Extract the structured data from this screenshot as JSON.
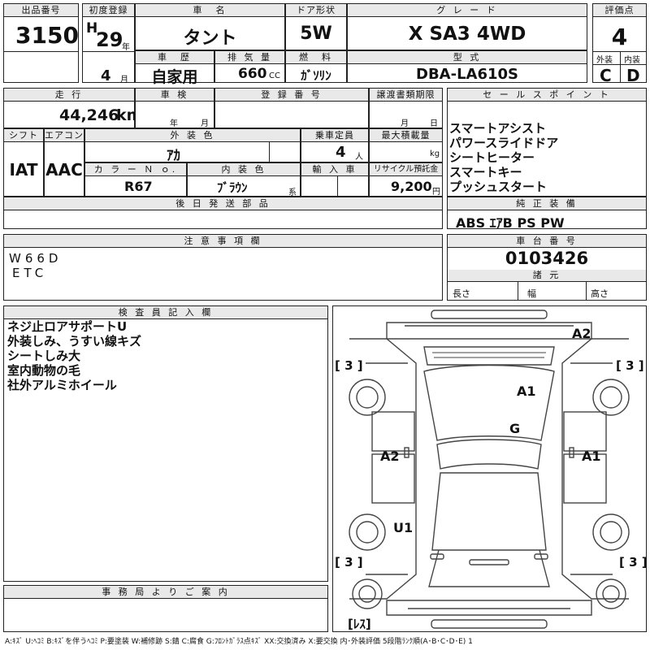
{
  "lot": {
    "label": "出品番号",
    "value": "3150"
  },
  "first_reg": {
    "label": "初度登録",
    "era": "H",
    "year": "29",
    "year_unit": "年",
    "month": "4",
    "month_unit": "月"
  },
  "car_name": {
    "label": "車　名",
    "value": "タント"
  },
  "door": {
    "label": "ドア形状",
    "value": "5W"
  },
  "grade": {
    "label": "グ レ ー ド",
    "value": "X SA3 4WD"
  },
  "score": {
    "label": "評価点",
    "value": "4",
    "ext_label": "外装",
    "int_label": "内装",
    "ext": "C",
    "int": "D"
  },
  "history": {
    "label": "車　歴",
    "value": "自家用"
  },
  "displacement": {
    "label": "排 気 量",
    "value": "660",
    "unit": "CC"
  },
  "fuel": {
    "label": "燃　料",
    "value": "ｶﾞｿﾘﾝ"
  },
  "model": {
    "label": "型 式",
    "value": "DBA-LA610S"
  },
  "mileage": {
    "label": "走 行",
    "value": "44,246",
    "unit": "km"
  },
  "inspection": {
    "label": "車 検",
    "year_unit": "年",
    "month_unit": "月"
  },
  "registration": {
    "label": "登 録 番 号"
  },
  "transfer_deadline": {
    "label": "譲渡書類期限",
    "month_unit": "月",
    "day_unit": "日"
  },
  "shift": {
    "label": "シフト",
    "value": "IAT"
  },
  "aircon": {
    "label": "エアコン",
    "value": "AAC"
  },
  "ext_color": {
    "label": "外 装 色",
    "value": "ｱｶ"
  },
  "capacity": {
    "label": "乗車定員",
    "value": "4",
    "unit": "人"
  },
  "max_load": {
    "label": "最大積載量",
    "unit": "kg"
  },
  "color_no": {
    "label": "カ ラ ー Ｎ ｏ.",
    "value": "R67"
  },
  "int_color": {
    "label": "内 装 色",
    "value": "ﾌﾞﾗｳﾝ",
    "suffix": "系"
  },
  "import": {
    "label": "輸 入 車"
  },
  "recycle": {
    "label": "リサイクル預託金",
    "value": "9,200",
    "unit": "円"
  },
  "later_parts": {
    "label": "後 日 発 送 部 品"
  },
  "sales_points": {
    "label": "セ ー ル ス ポ イ ン ト",
    "items": [
      "スマートアシスト",
      "パワースライドドア",
      "シートヒーター",
      "スマートキー",
      "プッシュスタート"
    ]
  },
  "standard_equipment": {
    "label": "純 正 装 備",
    "value": "ABS ｴｱB PS PW"
  },
  "notes": {
    "label": "注 意 事 項 欄",
    "lines": [
      "W66D",
      "ETC"
    ]
  },
  "chassis": {
    "label": "車 台 番 号",
    "value": "0103426"
  },
  "specs": {
    "label": "諸 元",
    "length": "長さ",
    "width": "幅",
    "height": "高さ"
  },
  "inspector": {
    "label": "検 査 員 記 入 欄",
    "lines": [
      "ネジ止ロアサポートU",
      "外装しみ、うすい線キズ",
      "シートしみ大",
      "室内動物の毛",
      "社外アルミホイール"
    ]
  },
  "office": {
    "label": "事 務 局 よ り ご 案 内"
  },
  "diagram": {
    "tire_marks": [
      "[ 3 ]",
      "[ 3 ]",
      "[ 3 ]",
      "[ 3 ]"
    ],
    "spare": "[ﾚｽ]",
    "damage": [
      {
        "part": "rear-right-quarter",
        "code": "A2"
      },
      {
        "part": "roof",
        "code": "A1"
      },
      {
        "part": "windshield",
        "code": "G"
      },
      {
        "part": "left-side",
        "code": "A2"
      },
      {
        "part": "right-side",
        "code": "A1"
      },
      {
        "part": "front-left-fender",
        "code": "U1"
      }
    ]
  },
  "legend": "A:ｷｽﾞ U:ﾍｺﾐ B:ｷｽﾞを伴うﾍｺﾐ P:要塗装 W:補修跡 S:錆 C:腐食 G:ﾌﾛﾝﾄｶﾞﾗｽ点ｷｽﾞ XX:交換済み X:要交換 内･外装評価 5段階ﾗﾝｸ順(A･B･C･D･E) 1"
}
